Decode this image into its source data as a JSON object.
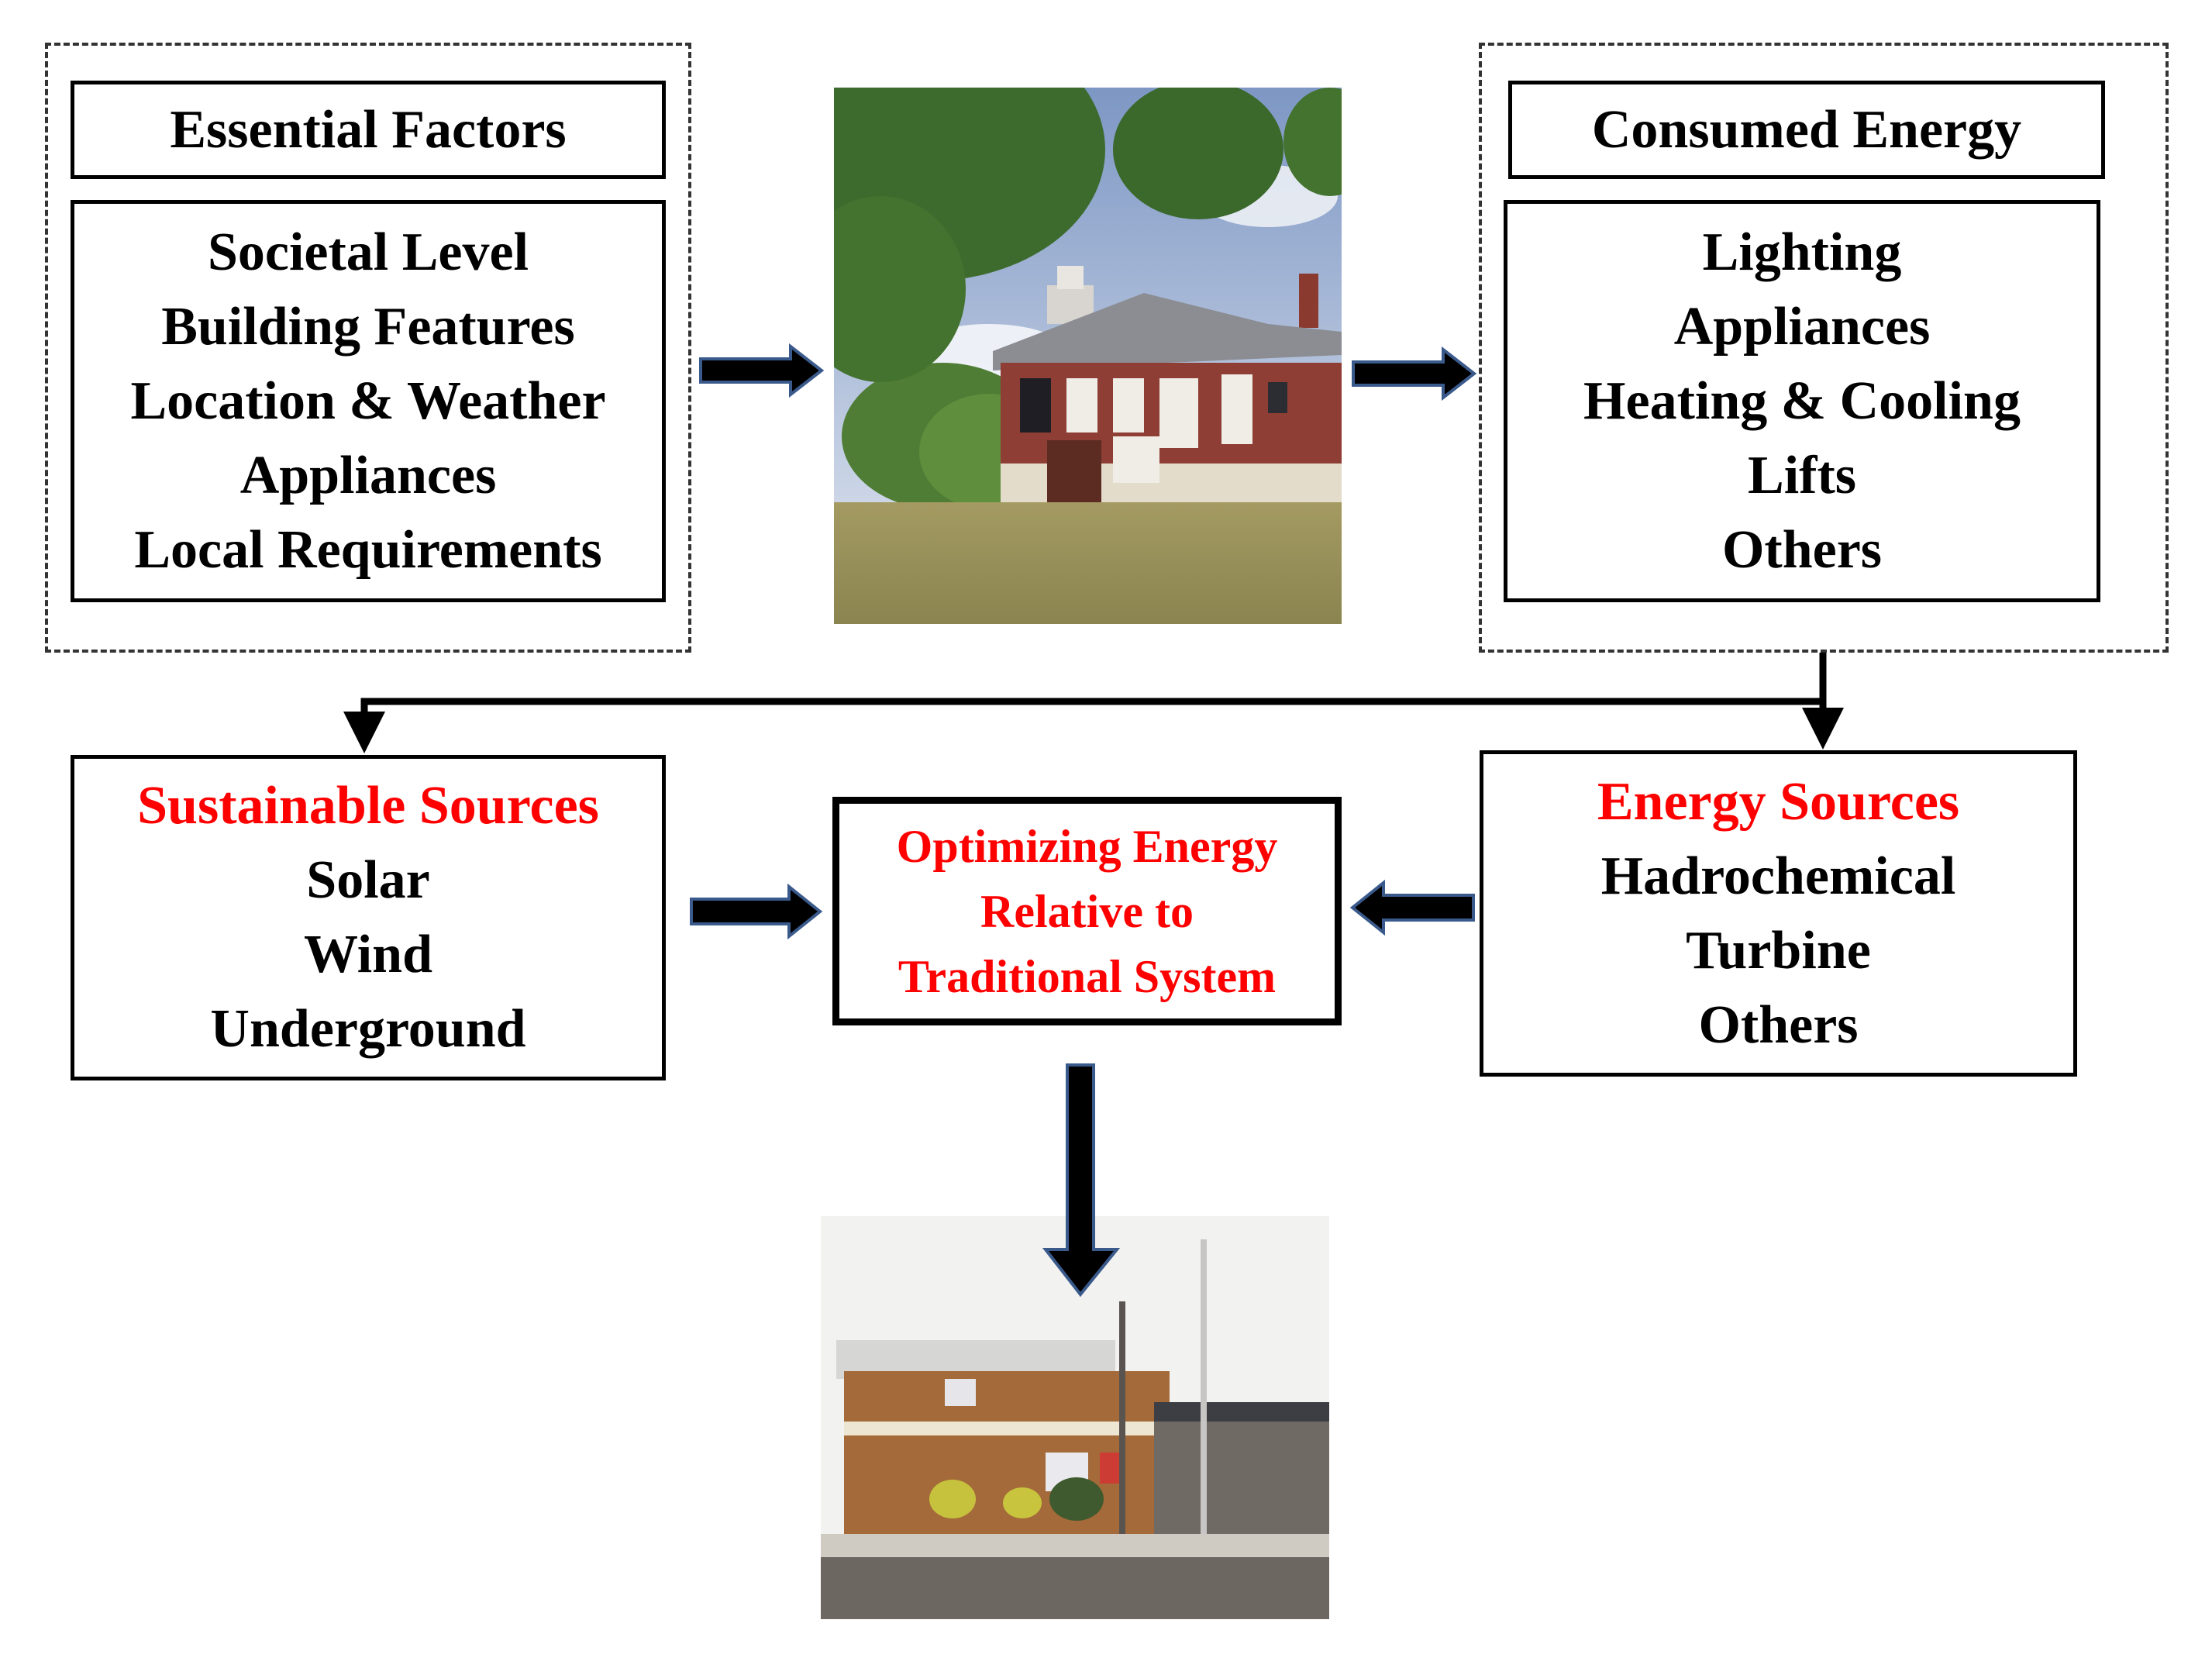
{
  "diagram": {
    "essential_factors": {
      "title": "Essential Factors",
      "items": [
        "Societal Level",
        "Building Features",
        "Location & Weather",
        "Appliances",
        "Local Requirements"
      ]
    },
    "consumed_energy": {
      "title": "Consumed Energy",
      "items": [
        "Lighting",
        "Appliances",
        "Heating & Cooling",
        "Lifts",
        "Others"
      ]
    },
    "sustainable_sources": {
      "title": "Sustainable Sources",
      "items": [
        "Solar",
        "Wind",
        "Underground"
      ]
    },
    "energy_sources": {
      "title": "Energy Sources",
      "items": [
        "Hadrochemical",
        "Turbine",
        "Others"
      ]
    },
    "optimizing": {
      "lines": [
        "Optimizing  Energy",
        "Relative  to",
        "Traditional   System"
      ]
    },
    "images": {
      "top": "traditional-brick-building-photo",
      "bottom": "optimized-building-photo"
    },
    "colors": {
      "highlight": "#ff0000",
      "text": "#000000",
      "arrow_fill": "#000000",
      "arrow_outline": "#3a5a8c"
    }
  }
}
